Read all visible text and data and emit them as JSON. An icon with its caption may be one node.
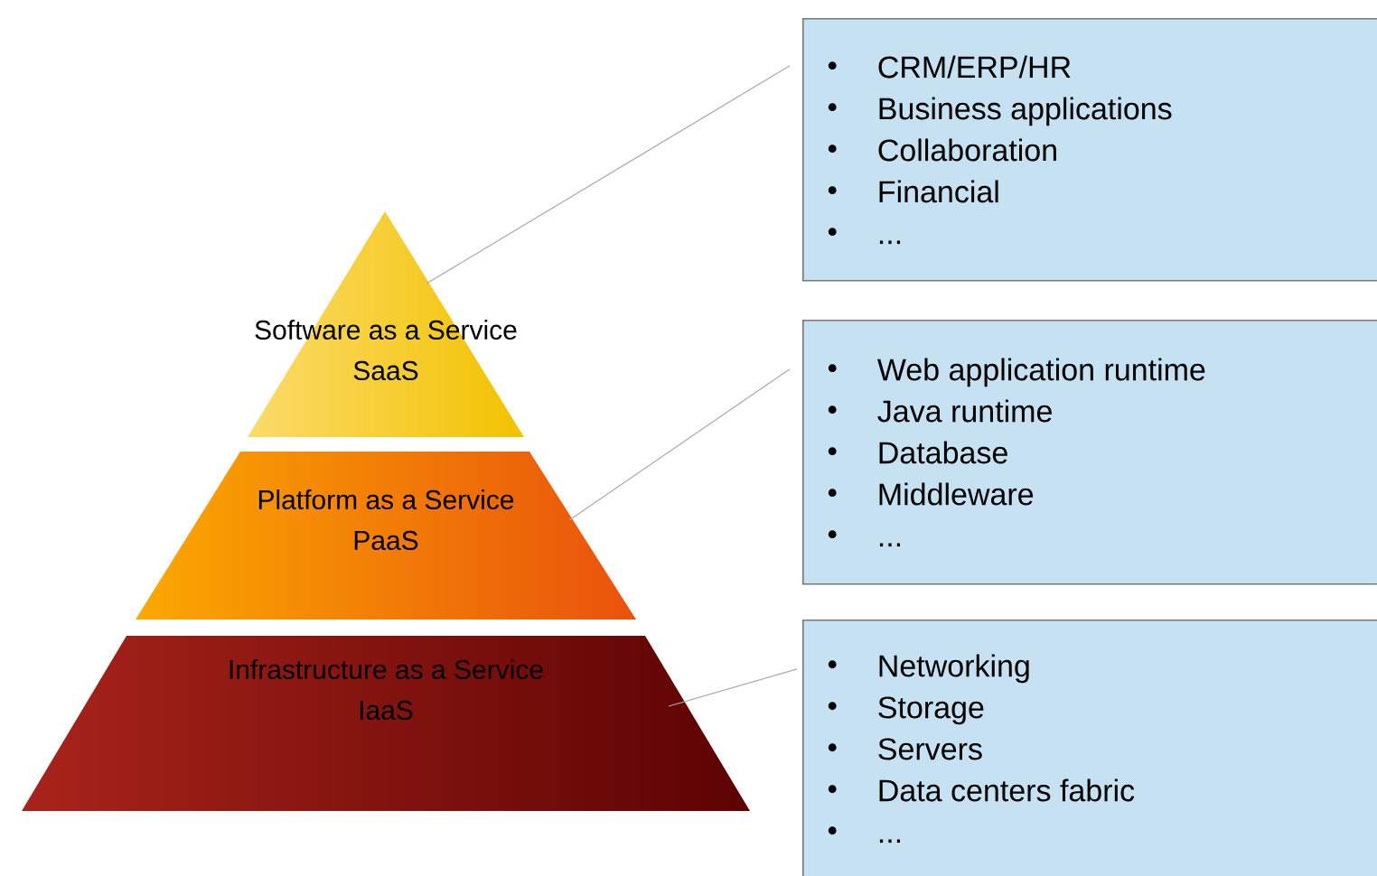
{
  "diagram": {
    "nodes": [
      {
        "text": [
          "Software as a Service",
          "SaaS"
        ]
      },
      {
        "text": [
          "Platform as a Service",
          "PaaS"
        ]
      },
      {
        "text": [
          "Infrastructure as a Service",
          "IaaS"
        ]
      },
      {
        "text": [
          "CRM/ERP/HR",
          "Business applications",
          "Collaboration",
          "Financial",
          "..."
        ]
      },
      {
        "text": [
          "Web application runtime",
          "Java runtime",
          "Database",
          "Middleware",
          "..."
        ]
      },
      {
        "text": [
          "Networking",
          "Storage",
          "Servers",
          "Data centers fabric",
          "..."
        ]
      }
    ],
    "edges": [
      {
        "from": 0,
        "to": 3,
        "arrow": "none"
      },
      {
        "from": 1,
        "to": 4,
        "arrow": "none"
      },
      {
        "from": 2,
        "to": 5,
        "arrow": "none"
      }
    ]
  }
}
